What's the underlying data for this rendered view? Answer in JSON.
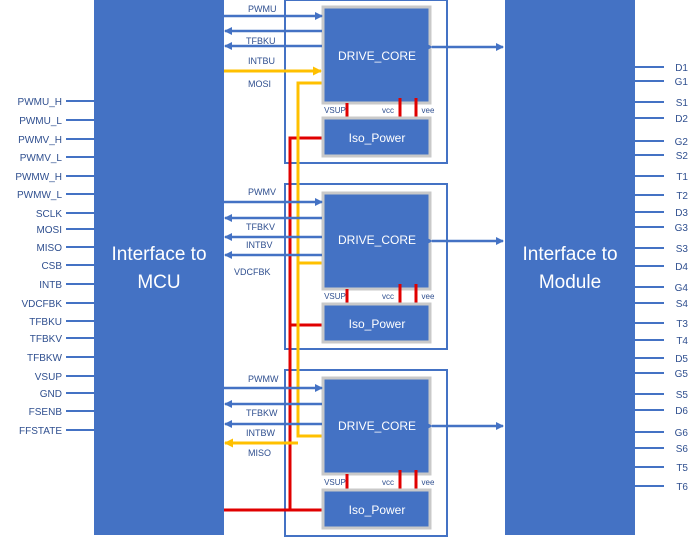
{
  "colors": {
    "block": "#4472c4",
    "core_border": "#c9c9c9",
    "label": "#2f4f8f",
    "red": "#e00000",
    "orange": "#ffc000",
    "white": "#ffffff"
  },
  "left_block": {
    "line1": "Interface to",
    "line2": "MCU"
  },
  "right_block": {
    "line1": "Interface to",
    "line2": "Module"
  },
  "left_pins": [
    "PWMU_H",
    "PWMU_L",
    "PWMV_H",
    "PWMV_L",
    "PWMW_H",
    "PWMW_L",
    "SCLK",
    "MOSI",
    "MISO",
    "CSB",
    "INTB",
    "VDCFBK",
    "TFBKU",
    "TFBKV",
    "TFBKW",
    "VSUP",
    "GND",
    "FSENB",
    "FFSTATE"
  ],
  "right_pins": [
    "D1",
    "G1",
    "S1",
    "D2",
    "G2",
    "S2",
    "T1",
    "T2",
    "D3",
    "G3",
    "S3",
    "D4",
    "G4",
    "S4",
    "T3",
    "T4",
    "D5",
    "G5",
    "S5",
    "D6",
    "G6",
    "S6",
    "T5",
    "T6"
  ],
  "channels": [
    {
      "core": "DRIVE_CORE",
      "power": "Iso_Power",
      "vsup": "VSUP",
      "vcc": "vcc",
      "vee": "vee",
      "signals": [
        "PWMU",
        "TFBKU",
        "INTBU",
        "MOSI"
      ]
    },
    {
      "core": "DRIVE_CORE",
      "power": "Iso_Power",
      "vsup": "VSUP",
      "vcc": "vcc",
      "vee": "vee",
      "signals": [
        "PWMV",
        "TFBKV",
        "INTBV",
        "VDCFBK"
      ]
    },
    {
      "core": "DRIVE_CORE",
      "power": "Iso_Power",
      "vsup": "VSUP",
      "vcc": "vcc",
      "vee": "vee",
      "signals": [
        "PWMW",
        "TFBKW",
        "INTBW",
        "MISO"
      ]
    }
  ]
}
